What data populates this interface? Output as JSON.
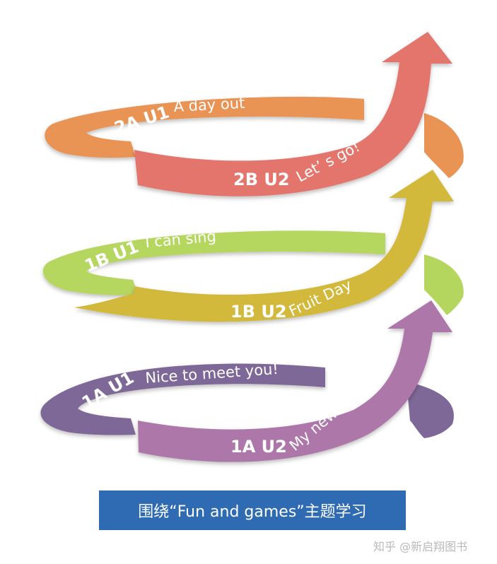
{
  "units": [
    {
      "code": "2A U1",
      "title": "A day out"
    },
    {
      "code": "2B U2",
      "title": "Let’ s go!"
    },
    {
      "code": "1B U1",
      "title": "I can sing"
    },
    {
      "code": "1B U2",
      "title": "Fruit Day"
    },
    {
      "code": "1A U1",
      "title": "Nice to meet you!"
    },
    {
      "code": "1A U2",
      "title": "My new friends"
    }
  ],
  "caption": "围绕“Fun and games”主题学习",
  "watermark": "知乎 @新启翔图书",
  "colors": {
    "orange_back": "#e99355",
    "salmon_front": "#e3756c",
    "green_back": "#b5d65e",
    "yellow_front": "#d3b93b",
    "purple_back": "#7e6897",
    "mauve_front": "#ad77aa",
    "caption_bg": "#2f6bb3"
  }
}
